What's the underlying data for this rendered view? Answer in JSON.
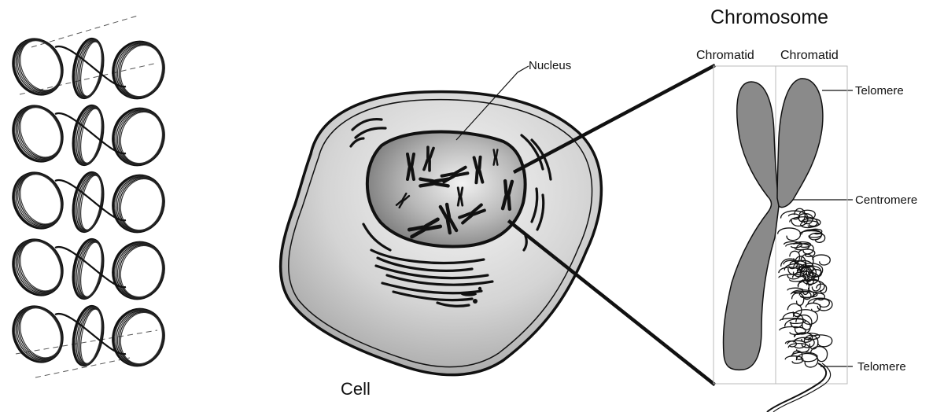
{
  "labels": {
    "chromosome_title": "Chromosome",
    "chromatid_left": "Chromatid",
    "chromatid_right": "Chromatid",
    "nucleus": "Nucleus",
    "cell": "Cell",
    "telomere_top": "Telomere",
    "centromere": "Centromere",
    "telomere_bottom": "Telomere"
  },
  "colors": {
    "ink": "#111111",
    "chromosome_fill": "#8a8a8a",
    "nucleus_fill": "#9a9a9a",
    "cell_fill": "#d6d6d6",
    "background": "#ffffff"
  }
}
